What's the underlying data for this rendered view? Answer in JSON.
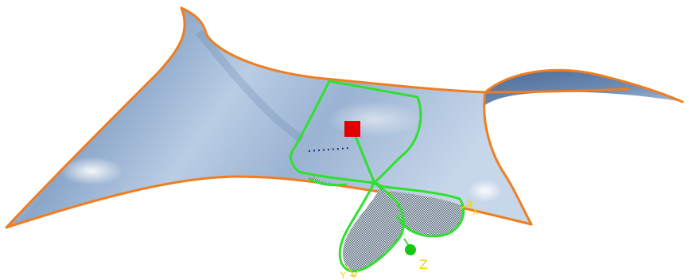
{
  "viewport": {
    "background": "#ffffff"
  },
  "surface": {
    "fill_light": "#d7e4f3",
    "fill_mid": "#a9c0dc",
    "fill_dark": "#5f7fa8",
    "boundary_color": "#f07d1e"
  },
  "manipulator": {
    "color": "#2fe02f",
    "handle_color": "#e00000",
    "handle_name": "red-square-handle",
    "hatch_color": "#5a6a78"
  },
  "axes": {
    "z_label": "Z",
    "x_label": "X",
    "y_label": "Y",
    "axis_color": "#f2d21a",
    "z_point_color": "#14c814"
  }
}
